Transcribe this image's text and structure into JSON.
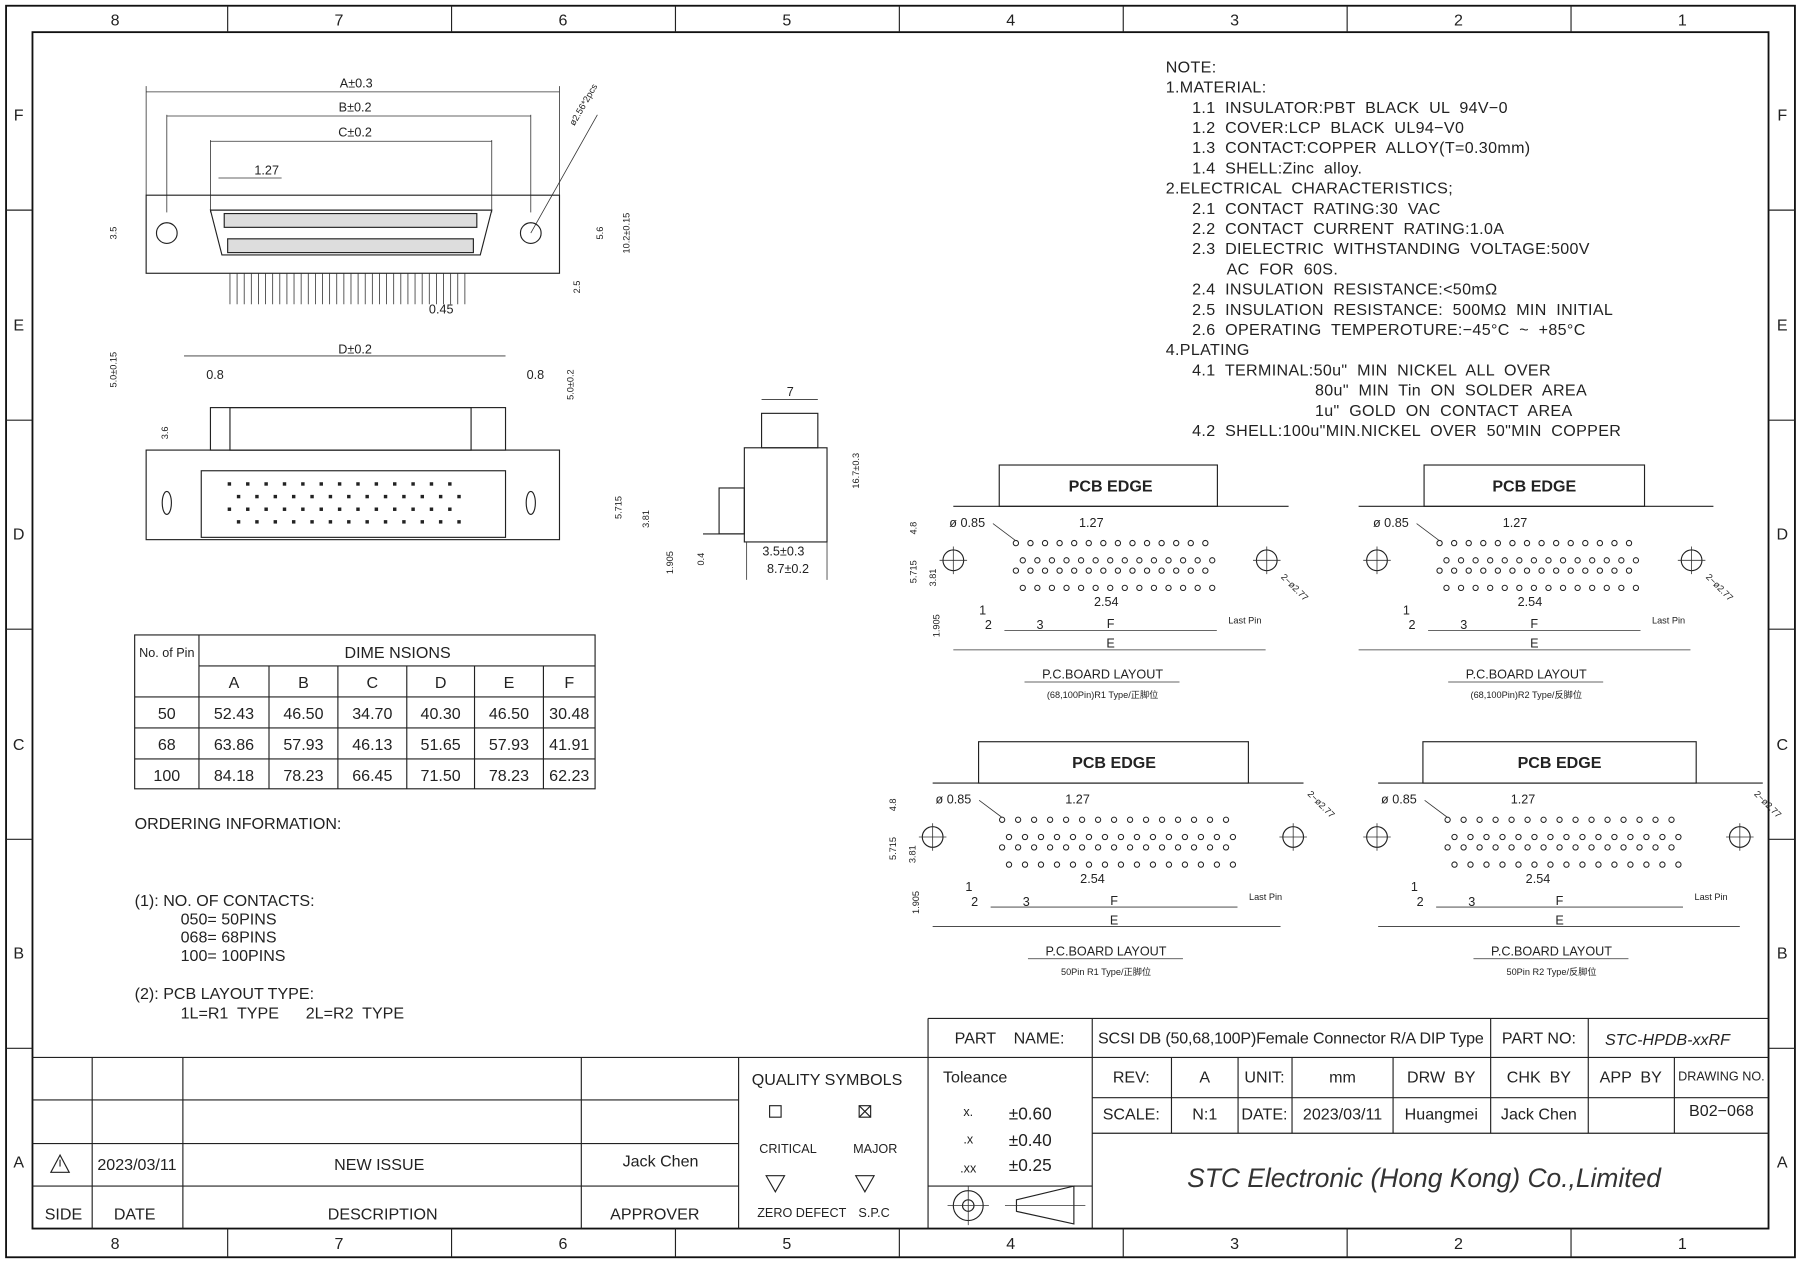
{
  "frame": {
    "columns": [
      "8",
      "7",
      "6",
      "5",
      "4",
      "3",
      "2",
      "1"
    ],
    "rows": [
      "F",
      "E",
      "D",
      "C",
      "B",
      "A"
    ]
  },
  "top_view": {
    "dim_a": "A±0.3",
    "dim_b": "B±0.2",
    "dim_c": "C±0.2",
    "pitch": "1.27",
    "h_35": "3.5",
    "h_56": "5.6",
    "h_102": "10.2±0.15",
    "h_25": "2.5",
    "pin_w": "0.45",
    "hole": "ø2.56*2pcs"
  },
  "bottom_view": {
    "dim_d": "D±0.2",
    "left_08": "0.8",
    "right_08": "0.8",
    "h_left": "5.0±0.15",
    "h_right": "5.0±0.2",
    "h_36": "3.6"
  },
  "side_view": {
    "w7": "7",
    "h167": "16.7±0.3",
    "v5715": "5.715",
    "v381": "3.81",
    "v1905": "1.905",
    "v04": "0.4",
    "d35": "3.5±0.3",
    "d87": "8.7±0.2"
  },
  "dim_table": {
    "pin_header": "No. of Pin",
    "group_header": "DIME NSIONS",
    "columns": [
      "A",
      "B",
      "C",
      "D",
      "E",
      "F"
    ],
    "rows": [
      {
        "pin": "50",
        "values": [
          "52.43",
          "46.50",
          "34.70",
          "40.30",
          "46.50",
          "30.48"
        ]
      },
      {
        "pin": "68",
        "values": [
          "63.86",
          "57.93",
          "46.13",
          "51.65",
          "57.93",
          "41.91"
        ]
      },
      {
        "pin": "100",
        "values": [
          "84.18",
          "78.23",
          "66.45",
          "71.50",
          "78.23",
          "62.23"
        ]
      }
    ]
  },
  "ordering": {
    "title": "ORDERING INFORMATION:",
    "contacts_title": "(1):  NO.  OF  CONTACTS:",
    "contacts": [
      "050=  50PINS",
      "068=  68PINS",
      "100=  100PINS"
    ],
    "layout_title": "(2):  PCB  LAYOUT  TYPE:",
    "layout_types": "1L=R1  TYPE      2L=R2  TYPE"
  },
  "notes": [
    {
      "level": 0,
      "text": "NOTE:"
    },
    {
      "level": 0,
      "text": "1.MATERIAL:"
    },
    {
      "level": 1,
      "text": "1.1  INSULATOR:PBT  BLACK  UL  94V−0"
    },
    {
      "level": 1,
      "text": "1.2  COVER:LCP  BLACK  UL94−V0"
    },
    {
      "level": 1,
      "text": "1.3  CONTACT:COPPER  ALLOY(T=0.30mm)"
    },
    {
      "level": 1,
      "text": "1.4  SHELL:Zinc  alloy."
    },
    {
      "level": 0,
      "text": "2.ELECTRICAL  CHARACTERISTICS;"
    },
    {
      "level": 1,
      "text": "2.1  CONTACT  RATING:30  VAC"
    },
    {
      "level": 1,
      "text": "2.2  CONTACT  CURRENT  RATING:1.0A"
    },
    {
      "level": 1,
      "text": "2.3  DIELECTRIC  WITHSTANDING  VOLTAGE:500V"
    },
    {
      "level": 2,
      "text": "AC  FOR  60S."
    },
    {
      "level": 1,
      "text": "2.4  INSULATION  RESISTANCE:<50mΩ"
    },
    {
      "level": 1,
      "text": "2.5  INSULATION  RESISTANCE:  500MΩ  MIN  INITIAL"
    },
    {
      "level": 1,
      "text": "2.6  OPERATING  TEMPEROTURE:−45°C  ~  +85°C"
    },
    {
      "level": 0,
      "text": "4.PLATING"
    },
    {
      "level": 1,
      "text": "4.1  TERMINAL:50u\"  MIN  NICKEL  ALL  OVER"
    },
    {
      "level": 3,
      "text": "80u\"  MIN  Tin  ON  SOLDER  AREA"
    },
    {
      "level": 3,
      "text": "1u\"  GOLD  ON  CONTACT  AREA"
    },
    {
      "level": 1,
      "text": "4.2  SHELL:100u\"MIN.NICKEL  OVER  50\"MIN  COPPER"
    }
  ],
  "pcb_layouts": [
    {
      "edge": "PCB EDGE",
      "dia": "ø 0.85",
      "pitch": "1.27",
      "row": "2.54",
      "f": "F",
      "e": "E",
      "last": "Last Pin",
      "holes": "2−ø2.77",
      "h48": "4.8",
      "h5715": "5.715",
      "h381": "3.81",
      "h1905": "1.905",
      "n1": "1",
      "n2": "2",
      "n3": "3",
      "title": "P.C.BOARD  LAYOUT",
      "subtitle": "(68,100Pin)R1 Type/正脚位"
    },
    {
      "edge": "PCB EDGE",
      "dia": "ø 0.85",
      "pitch": "1.27",
      "row": "2.54",
      "f": "F",
      "e": "E",
      "last": "Last Pin",
      "holes": "2−ø2.77",
      "n1": "1",
      "n2": "2",
      "n3": "3",
      "title": "P.C.BOARD  LAYOUT",
      "subtitle": "(68,100Pin)R2 Type/反脚位"
    },
    {
      "edge": "PCB EDGE",
      "dia": "ø 0.85",
      "pitch": "1.27",
      "row": "2.54",
      "f": "F",
      "e": "E",
      "last": "Last Pin",
      "holes": "2−ø2.77",
      "h48": "4.8",
      "h5715": "5.715",
      "h381": "3.81",
      "h1905": "1.905",
      "n1": "1",
      "n2": "2",
      "n3": "3",
      "title": "P.C.BOARD  LAYOUT",
      "subtitle": "50Pin R1 Type/正脚位"
    },
    {
      "edge": "PCB EDGE",
      "dia": "ø 0.85",
      "pitch": "1.27",
      "row": "2.54",
      "f": "F",
      "e": "E",
      "last": "Last Pin",
      "holes": "2−ø2.77",
      "n1": "1",
      "n2": "2",
      "n3": "3",
      "title": "P.C.BOARD  LAYOUT",
      "subtitle": "50Pin R2 Type/反脚位"
    }
  ],
  "revision": {
    "headers": {
      "side": "SIDE",
      "date": "DATE",
      "description": "DESCRIPTION",
      "approver": "APPROVER"
    },
    "entry": {
      "date": "2023/03/11",
      "description": "NEW ISSUE",
      "approver": "Jack Chen"
    }
  },
  "quality": {
    "title": "QUALITY  SYMBOLS",
    "critical": "CRITICAL",
    "major": "MAJOR",
    "zero_defect": "ZERO DEFECT",
    "spc": "S.P.C"
  },
  "tolerance": {
    "title": "Toleance",
    "rows": [
      {
        "k": "x.",
        "v": "±0.60"
      },
      {
        "k": ".x",
        "v": "±0.40"
      },
      {
        "k": ".xx",
        "v": "±0.25"
      }
    ]
  },
  "title_block": {
    "part_name_label": "PART    NAME:",
    "part_name": "SCSI DB (50,68,100P)Female Connector R/A DIP Type",
    "part_no_label": "PART NO:",
    "part_no": "STC-HPDB-xxRF",
    "rev_label": "REV:",
    "rev": "A",
    "unit_label": "UNIT:",
    "unit": "mm",
    "drw_by_label": "DRW  BY",
    "chk_by_label": "CHK  BY",
    "app_by_label": "APP  BY",
    "drawing_no_label": "DRAWING NO.",
    "drawing_no": "B02−068",
    "scale_label": "SCALE:",
    "scale": "N:1",
    "date_label": "DATE:",
    "date": "2023/03/11",
    "drw_by": "Huangmei",
    "chk_by": "Jack Chen",
    "company": "STC Electronic (Hong Kong) Co.,Limited"
  }
}
